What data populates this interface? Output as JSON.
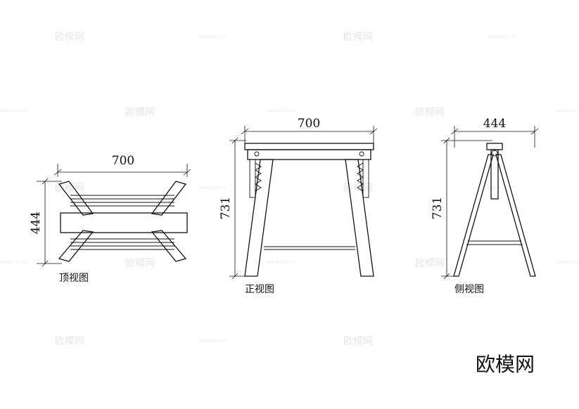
{
  "top_view": {
    "width_dim": "700",
    "depth_dim": "444",
    "label": "顶视图"
  },
  "front_view": {
    "width_dim": "700",
    "height_dim": "731",
    "label": "正视图"
  },
  "side_view": {
    "depth_dim": "444",
    "height_dim": "731",
    "label": "侧视图"
  },
  "logo": "欧模网",
  "watermark": {
    "text": "欧模网",
    "url": "www.om.cn"
  }
}
